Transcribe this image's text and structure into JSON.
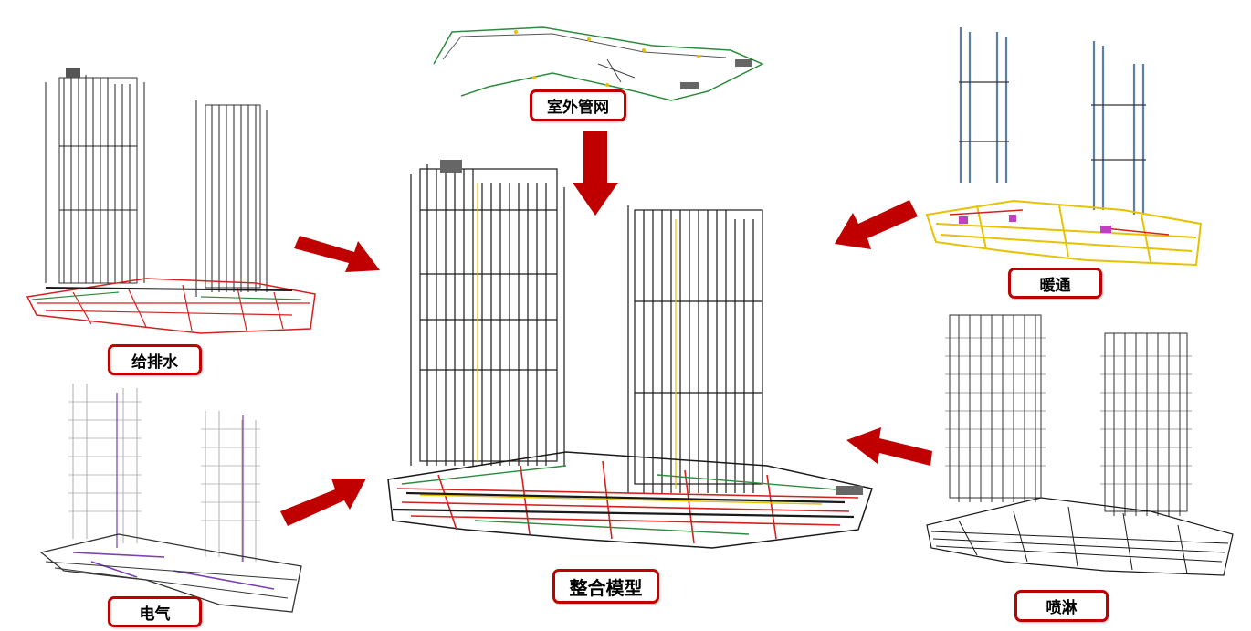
{
  "labels": {
    "plumbing": "给排水",
    "outdoor": "室外管网",
    "hvac": "暖通",
    "electrical": "电气",
    "sprinkler": "喷淋",
    "integrated": "整合模型"
  },
  "colors": {
    "arrow": "#c00000",
    "label_border": "#c00000",
    "pipe_dark": "#1a1a1a",
    "pipe_red": "#d42020",
    "pipe_green": "#2e8b3e",
    "pipe_yellow": "#e6c200",
    "pipe_blue": "#5a7fa8",
    "pipe_purple": "#7a3fb0"
  }
}
